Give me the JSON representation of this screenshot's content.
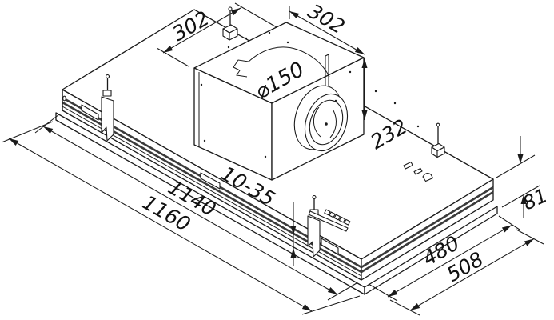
{
  "drawing": {
    "kind": "isometric dimensional drawing of ceiling extractor hood",
    "units": "mm",
    "colors": {
      "background": "#ffffff",
      "line": "#1a1a1a",
      "text": "#111111"
    },
    "labels": {
      "box_depth": "302",
      "box_width": "302",
      "duct_diameter": "⌀150",
      "box_height": "232",
      "ceiling_clearance": "10-35",
      "inner_length": "1140",
      "overall_length": "1160",
      "body_height": "81",
      "inner_width": "480",
      "overall_width": "508"
    }
  }
}
